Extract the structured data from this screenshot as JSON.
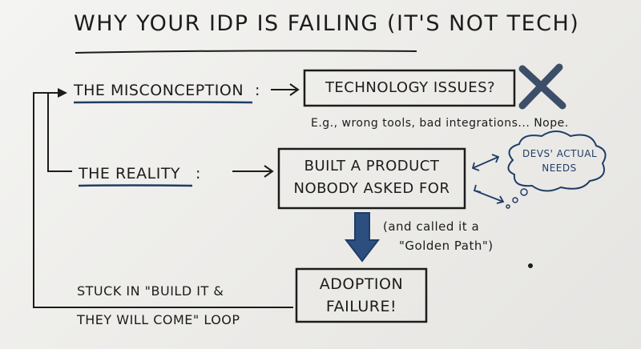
{
  "title": "WHY YOUR IDP IS FAILING (IT'S NOT TECH)",
  "misconception": {
    "label": "THE MISCONCEPTION",
    "colon": ":",
    "box": "TECHNOLOGY ISSUES?",
    "note": "E.g., wrong tools, bad integrations... Nope."
  },
  "reality": {
    "label": "THE REALITY",
    "colon": ":",
    "box_line1": "BUILT A PRODUCT",
    "box_line2": "NOBODY ASKED FOR",
    "cloud_line1": "DEVS' ACTUAL",
    "cloud_line2": "NEEDS"
  },
  "golden_path": {
    "line1": "(and called it a",
    "line2": "\"Golden Path\")"
  },
  "failure": {
    "box_line1": "ADOPTION",
    "box_line2": "FAILURE!"
  },
  "loop": {
    "line1": "STUCK IN \"BUILD IT &",
    "line2": "THEY WILL COME\" LOOP"
  },
  "colors": {
    "ink": "#1c1c1c",
    "blue": "#1f3d66",
    "board": "#efefec"
  }
}
